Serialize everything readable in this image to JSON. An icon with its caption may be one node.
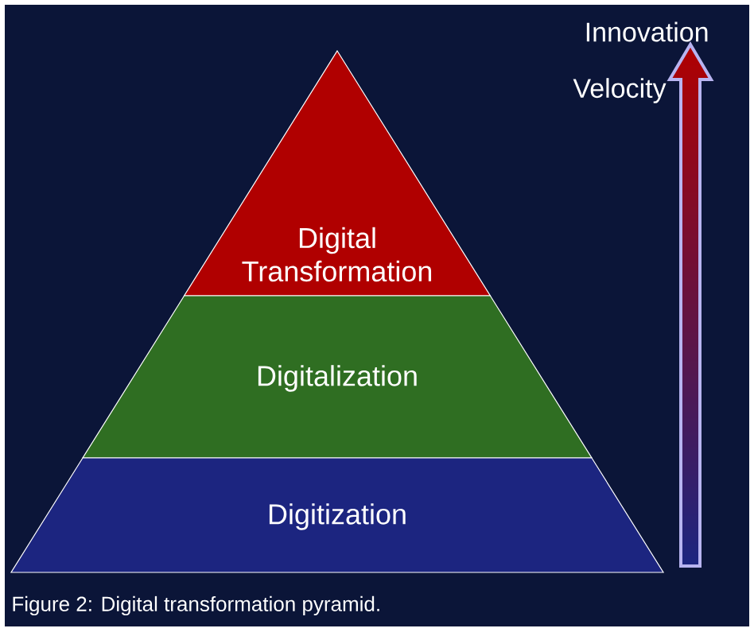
{
  "diagram": {
    "caption": "Figure 2: Digital transformation pyramid.",
    "nodes": [
      {
        "text": [
          "Digital Transformation"
        ]
      },
      {
        "text": [
          "Digitalization"
        ]
      },
      {
        "text": [
          "Digitization"
        ]
      }
    ],
    "labels": [
      "Innovation",
      "Velocity"
    ]
  }
}
